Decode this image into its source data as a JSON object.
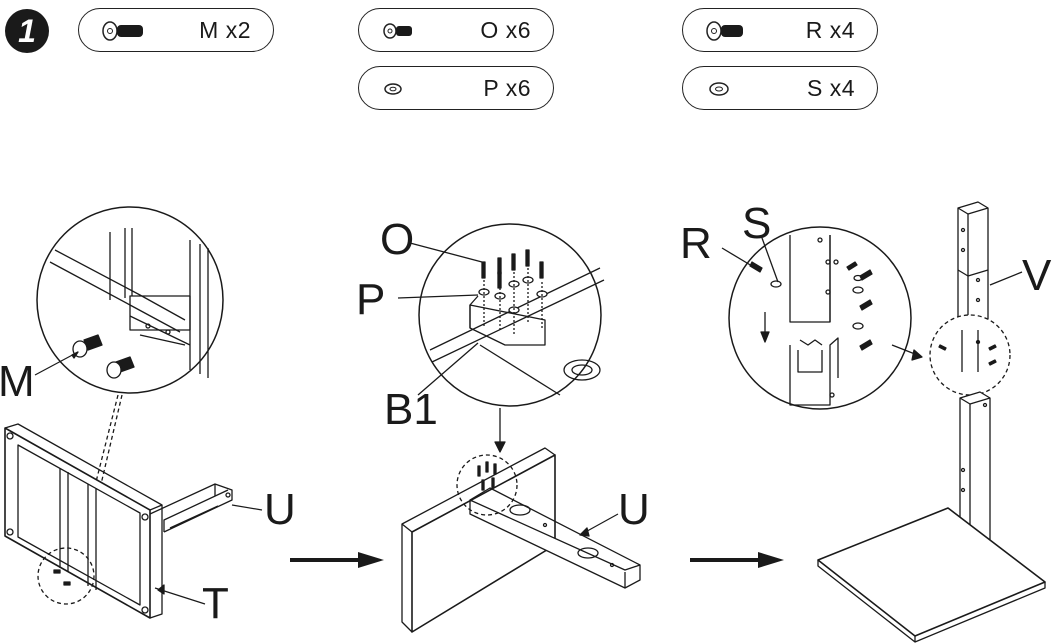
{
  "step": {
    "number": "1"
  },
  "hardware": [
    {
      "icon": "screw-icon",
      "label": "M x2"
    },
    {
      "icon": "small-screw-icon",
      "label": "O x6"
    },
    {
      "icon": "screw-icon",
      "label": "R x4"
    },
    {
      "icon": "washer-icon",
      "label": "P x6"
    },
    {
      "icon": "washer-icon",
      "label": "S x4"
    }
  ],
  "callouts": {
    "m": "M",
    "u_left": "U",
    "t": "T",
    "o": "O",
    "p": "P",
    "b1": "B1",
    "u_mid": "U",
    "r": "R",
    "s": "S",
    "v": "V"
  }
}
